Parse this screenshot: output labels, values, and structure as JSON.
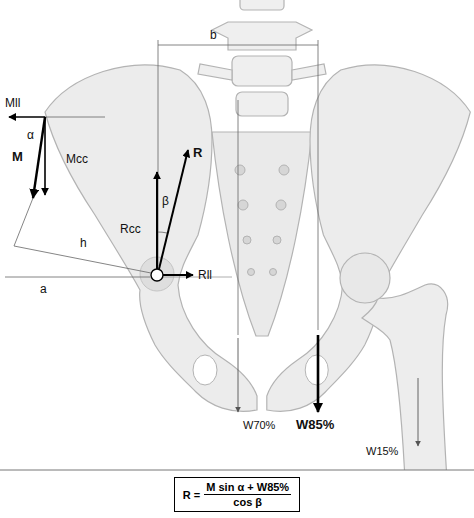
{
  "diagram": {
    "nodes": [
      {
        "text": [
          "R =",
          "M sin α + W85%",
          "cos β"
        ]
      }
    ],
    "labels": [
      "b",
      "Mll",
      "α",
      "M",
      "Mcc",
      "Rcc",
      "β",
      "R",
      "h",
      "a",
      "Rll",
      "W70%",
      "W85%",
      "W15%"
    ]
  }
}
